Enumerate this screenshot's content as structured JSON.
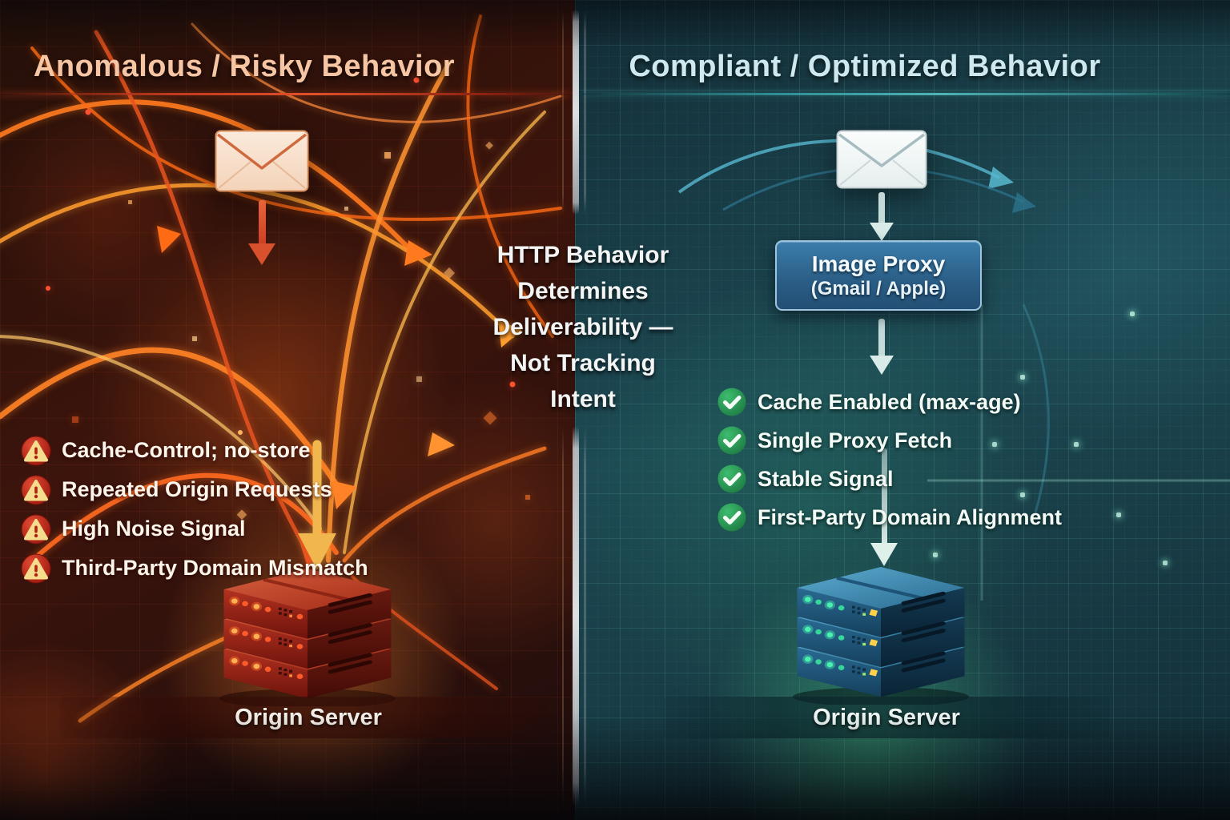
{
  "left": {
    "title": "Anomalous / Risky Behavior",
    "warnings": [
      "Cache-Control; no-store",
      "Repeated Origin Requests",
      "High Noise Signal",
      "Third-Party Domain Mismatch"
    ],
    "server_label": "Origin Server"
  },
  "right": {
    "title": "Compliant / Optimized Behavior",
    "proxy": {
      "title": "Image Proxy",
      "subtitle": "(Gmail / Apple)"
    },
    "checks": [
      "Cache Enabled (max-age)",
      "Single Proxy Fetch",
      "Stable Signal",
      "First-Party Domain Alignment"
    ],
    "server_label": "Origin Server"
  },
  "center": {
    "lines": [
      "HTTP Behavior",
      "Determines",
      "Deliverability —",
      "Not Tracking",
      "Intent"
    ]
  },
  "icons": {
    "warning": "warning-triangle",
    "check": "checkmark",
    "envelope": "email-envelope",
    "arrow_down": "down-arrow"
  },
  "colors": {
    "left_title": "#f6c5a4",
    "left_accent": "#e0502a",
    "warning_badge_red": "#c3271f",
    "warning_triangle_yellow": "#f6dd8d",
    "right_title": "#cde8ee",
    "right_accent": "#4fb3b5",
    "proxy_box_blue": "#2e6b96",
    "check_green": "#2f9e5b",
    "server_red": "#a02318",
    "server_blue": "#1d5a80",
    "center_text": "#f3f5f5"
  }
}
